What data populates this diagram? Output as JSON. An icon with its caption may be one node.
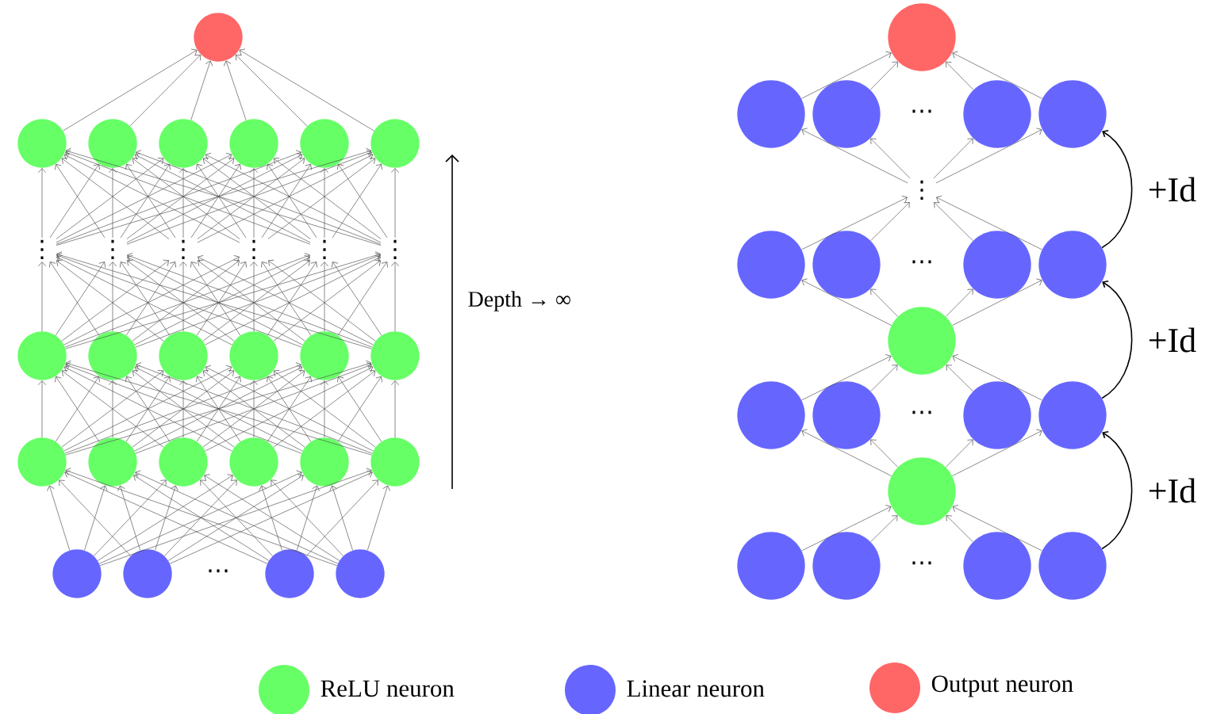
{
  "diagram": {
    "nodes": [
      {
        "text": [],
        "shape": "circle"
      },
      {
        "text": [],
        "shape": "circle"
      },
      {
        "text": [],
        "shape": "circle"
      },
      {
        "text": [],
        "shape": "circle"
      },
      {
        "text": [],
        "shape": "circle"
      },
      {
        "text": [],
        "shape": "circle"
      },
      {
        "text": [],
        "shape": "circle"
      },
      {
        "text": [
          "⋮"
        ]
      },
      {
        "text": [
          "⋮"
        ]
      },
      {
        "text": [
          "⋮"
        ]
      },
      {
        "text": [
          "⋮"
        ]
      },
      {
        "text": [
          "⋮"
        ]
      },
      {
        "text": [
          "⋮"
        ]
      },
      {
        "text": [],
        "shape": "circle"
      },
      {
        "text": [],
        "shape": "circle"
      },
      {
        "text": [],
        "shape": "circle"
      },
      {
        "text": [],
        "shape": "circle"
      },
      {
        "text": [],
        "shape": "circle"
      },
      {
        "text": [],
        "shape": "circle"
      },
      {
        "text": [],
        "shape": "circle"
      },
      {
        "text": [],
        "shape": "circle"
      },
      {
        "text": [],
        "shape": "circle"
      },
      {
        "text": [],
        "shape": "circle"
      },
      {
        "text": [],
        "shape": "circle"
      },
      {
        "text": [],
        "shape": "circle"
      },
      {
        "text": [],
        "shape": "circle"
      },
      {
        "text": [],
        "shape": "circle"
      },
      {
        "text": [],
        "shape": "circle"
      },
      {
        "text": [],
        "shape": "circle"
      },
      {
        "text": [],
        "shape": "circle"
      },
      {
        "text": [],
        "shape": "circle"
      },
      {
        "text": [],
        "shape": "circle"
      },
      {
        "text": [],
        "shape": "circle"
      },
      {
        "text": [],
        "shape": "circle"
      },
      {
        "text": [
          "⋮"
        ]
      },
      {
        "text": [],
        "shape": "circle"
      },
      {
        "text": [],
        "shape": "circle"
      },
      {
        "text": [],
        "shape": "circle"
      },
      {
        "text": [],
        "shape": "circle"
      },
      {
        "text": [],
        "shape": "circle"
      },
      {
        "text": [],
        "shape": "circle"
      },
      {
        "text": [],
        "shape": "circle"
      },
      {
        "text": [],
        "shape": "circle"
      },
      {
        "text": [],
        "shape": "circle"
      },
      {
        "text": [],
        "shape": "circle"
      },
      {
        "text": [],
        "shape": "circle"
      },
      {
        "text": [],
        "shape": "circle"
      },
      {
        "text": [],
        "shape": "circle"
      },
      {
        "text": [],
        "shape": "circle"
      }
    ],
    "edges": [
      {
        "from": 1,
        "to": 0,
        "arrow": "to"
      },
      {
        "from": 2,
        "to": 0,
        "arrow": "to"
      },
      {
        "from": 3,
        "to": 0,
        "arrow": "to"
      },
      {
        "from": 4,
        "to": 0,
        "arrow": "to"
      },
      {
        "from": 5,
        "to": 0,
        "arrow": "to"
      },
      {
        "from": 6,
        "to": 0,
        "arrow": "to"
      },
      {
        "from": 7,
        "to": 1,
        "arrow": "to"
      },
      {
        "from": 7,
        "to": 2,
        "arrow": "to"
      },
      {
        "from": 7,
        "to": 3,
        "arrow": "to"
      },
      {
        "from": 7,
        "to": 4,
        "arrow": "to"
      },
      {
        "from": 7,
        "to": 5,
        "arrow": "to"
      },
      {
        "from": 7,
        "to": 6,
        "arrow": "to"
      },
      {
        "from": 8,
        "to": 1,
        "arrow": "to"
      },
      {
        "from": 8,
        "to": 2,
        "arrow": "to"
      },
      {
        "from": 8,
        "to": 3,
        "arrow": "to"
      },
      {
        "from": 8,
        "to": 4,
        "arrow": "to"
      },
      {
        "from": 8,
        "to": 5,
        "arrow": "to"
      },
      {
        "from": 8,
        "to": 6,
        "arrow": "to"
      },
      {
        "from": 9,
        "to": 1,
        "arrow": "to"
      },
      {
        "from": 9,
        "to": 2,
        "arrow": "to"
      },
      {
        "from": 9,
        "to": 3,
        "arrow": "to"
      },
      {
        "from": 9,
        "to": 4,
        "arrow": "to"
      },
      {
        "from": 9,
        "to": 5,
        "arrow": "to"
      },
      {
        "from": 9,
        "to": 6,
        "arrow": "to"
      },
      {
        "from": 10,
        "to": 1,
        "arrow": "to"
      },
      {
        "from": 10,
        "to": 2,
        "arrow": "to"
      },
      {
        "from": 10,
        "to": 3,
        "arrow": "to"
      },
      {
        "from": 10,
        "to": 4,
        "arrow": "to"
      },
      {
        "from": 10,
        "to": 5,
        "arrow": "to"
      },
      {
        "from": 10,
        "to": 6,
        "arrow": "to"
      },
      {
        "from": 11,
        "to": 1,
        "arrow": "to"
      },
      {
        "from": 11,
        "to": 2,
        "arrow": "to"
      },
      {
        "from": 11,
        "to": 3,
        "arrow": "to"
      },
      {
        "from": 11,
        "to": 4,
        "arrow": "to"
      },
      {
        "from": 11,
        "to": 5,
        "arrow": "to"
      },
      {
        "from": 11,
        "to": 6,
        "arrow": "to"
      },
      {
        "from": 12,
        "to": 1,
        "arrow": "to"
      },
      {
        "from": 12,
        "to": 2,
        "arrow": "to"
      },
      {
        "from": 12,
        "to": 3,
        "arrow": "to"
      },
      {
        "from": 12,
        "to": 4,
        "arrow": "to"
      },
      {
        "from": 12,
        "to": 5,
        "arrow": "to"
      },
      {
        "from": 12,
        "to": 6,
        "arrow": "to"
      },
      {
        "from": 13,
        "to": 7,
        "arrow": "to"
      },
      {
        "from": 13,
        "to": 8,
        "arrow": "to"
      },
      {
        "from": 13,
        "to": 9,
        "arrow": "to"
      },
      {
        "from": 13,
        "to": 10,
        "arrow": "to"
      },
      {
        "from": 13,
        "to": 11,
        "arrow": "to"
      },
      {
        "from": 13,
        "to": 12,
        "arrow": "to"
      },
      {
        "from": 14,
        "to": 7,
        "arrow": "to"
      },
      {
        "from": 14,
        "to": 8,
        "arrow": "to"
      },
      {
        "from": 14,
        "to": 9,
        "arrow": "to"
      },
      {
        "from": 14,
        "to": 10,
        "arrow": "to"
      },
      {
        "from": 14,
        "to": 11,
        "arrow": "to"
      },
      {
        "from": 14,
        "to": 12,
        "arrow": "to"
      },
      {
        "from": 15,
        "to": 7,
        "arrow": "to"
      },
      {
        "from": 15,
        "to": 8,
        "arrow": "to"
      },
      {
        "from": 15,
        "to": 9,
        "arrow": "to"
      },
      {
        "from": 15,
        "to": 10,
        "arrow": "to"
      },
      {
        "from": 15,
        "to": 11,
        "arrow": "to"
      },
      {
        "from": 15,
        "to": 12,
        "arrow": "to"
      },
      {
        "from": 16,
        "to": 7,
        "arrow": "to"
      },
      {
        "from": 16,
        "to": 8,
        "arrow": "to"
      },
      {
        "from": 16,
        "to": 9,
        "arrow": "to"
      },
      {
        "from": 16,
        "to": 10,
        "arrow": "to"
      },
      {
        "from": 16,
        "to": 11,
        "arrow": "to"
      },
      {
        "from": 16,
        "to": 12,
        "arrow": "to"
      },
      {
        "from": 17,
        "to": 7,
        "arrow": "to"
      },
      {
        "from": 17,
        "to": 8,
        "arrow": "to"
      },
      {
        "from": 17,
        "to": 9,
        "arrow": "to"
      },
      {
        "from": 17,
        "to": 10,
        "arrow": "to"
      },
      {
        "from": 17,
        "to": 11,
        "arrow": "to"
      },
      {
        "from": 17,
        "to": 12,
        "arrow": "to"
      },
      {
        "from": 18,
        "to": 7,
        "arrow": "to"
      },
      {
        "from": 18,
        "to": 8,
        "arrow": "to"
      },
      {
        "from": 18,
        "to": 9,
        "arrow": "to"
      },
      {
        "from": 18,
        "to": 10,
        "arrow": "to"
      },
      {
        "from": 18,
        "to": 11,
        "arrow": "to"
      },
      {
        "from": 18,
        "to": 12,
        "arrow": "to"
      },
      {
        "from": 19,
        "to": 13,
        "arrow": "to"
      },
      {
        "from": 19,
        "to": 14,
        "arrow": "to"
      },
      {
        "from": 19,
        "to": 15,
        "arrow": "to"
      },
      {
        "from": 19,
        "to": 16,
        "arrow": "to"
      },
      {
        "from": 19,
        "to": 17,
        "arrow": "to"
      },
      {
        "from": 19,
        "to": 18,
        "arrow": "to"
      },
      {
        "from": 20,
        "to": 13,
        "arrow": "to"
      },
      {
        "from": 20,
        "to": 14,
        "arrow": "to"
      },
      {
        "from": 20,
        "to": 15,
        "arrow": "to"
      },
      {
        "from": 20,
        "to": 16,
        "arrow": "to"
      },
      {
        "from": 20,
        "to": 17,
        "arrow": "to"
      },
      {
        "from": 20,
        "to": 18,
        "arrow": "to"
      },
      {
        "from": 21,
        "to": 13,
        "arrow": "to"
      },
      {
        "from": 21,
        "to": 14,
        "arrow": "to"
      },
      {
        "from": 21,
        "to": 15,
        "arrow": "to"
      },
      {
        "from": 21,
        "to": 16,
        "arrow": "to"
      },
      {
        "from": 21,
        "to": 17,
        "arrow": "to"
      },
      {
        "from": 21,
        "to": 18,
        "arrow": "to"
      },
      {
        "from": 22,
        "to": 13,
        "arrow": "to"
      },
      {
        "from": 22,
        "to": 14,
        "arrow": "to"
      },
      {
        "from": 22,
        "to": 15,
        "arrow": "to"
      },
      {
        "from": 22,
        "to": 16,
        "arrow": "to"
      },
      {
        "from": 22,
        "to": 17,
        "arrow": "to"
      },
      {
        "from": 22,
        "to": 18,
        "arrow": "to"
      },
      {
        "from": 23,
        "to": 13,
        "arrow": "to"
      },
      {
        "from": 23,
        "to": 14,
        "arrow": "to"
      },
      {
        "from": 23,
        "to": 15,
        "arrow": "to"
      },
      {
        "from": 23,
        "to": 16,
        "arrow": "to"
      },
      {
        "from": 23,
        "to": 17,
        "arrow": "to"
      },
      {
        "from": 23,
        "to": 18,
        "arrow": "to"
      },
      {
        "from": 24,
        "to": 13,
        "arrow": "to"
      },
      {
        "from": 24,
        "to": 14,
        "arrow": "to"
      },
      {
        "from": 24,
        "to": 15,
        "arrow": "to"
      },
      {
        "from": 24,
        "to": 16,
        "arrow": "to"
      },
      {
        "from": 24,
        "to": 17,
        "arrow": "to"
      },
      {
        "from": 24,
        "to": 18,
        "arrow": "to"
      },
      {
        "from": 25,
        "to": 19,
        "arrow": "to"
      },
      {
        "from": 25,
        "to": 20,
        "arrow": "to"
      },
      {
        "from": 25,
        "to": 21,
        "arrow": "to"
      },
      {
        "from": 25,
        "to": 22,
        "arrow": "to"
      },
      {
        "from": 25,
        "to": 23,
        "arrow": "to"
      },
      {
        "from": 25,
        "to": 24,
        "arrow": "to"
      },
      {
        "from": 26,
        "to": 19,
        "arrow": "to"
      },
      {
        "from": 26,
        "to": 20,
        "arrow": "to"
      },
      {
        "from": 26,
        "to": 21,
        "arrow": "to"
      },
      {
        "from": 26,
        "to": 22,
        "arrow": "to"
      },
      {
        "from": 26,
        "to": 23,
        "arrow": "to"
      },
      {
        "from": 26,
        "to": 24,
        "arrow": "to"
      },
      {
        "from": 27,
        "to": 19,
        "arrow": "to"
      },
      {
        "from": 27,
        "to": 20,
        "arrow": "to"
      },
      {
        "from": 27,
        "to": 21,
        "arrow": "to"
      },
      {
        "from": 27,
        "to": 22,
        "arrow": "to"
      },
      {
        "from": 27,
        "to": 23,
        "arrow": "to"
      },
      {
        "from": 27,
        "to": 24,
        "arrow": "to"
      },
      {
        "from": 28,
        "to": 19,
        "arrow": "to"
      },
      {
        "from": 28,
        "to": 20,
        "arrow": "to"
      },
      {
        "from": 28,
        "to": 21,
        "arrow": "to"
      },
      {
        "from": 28,
        "to": 22,
        "arrow": "to"
      },
      {
        "from": 28,
        "to": 23,
        "arrow": "to"
      },
      {
        "from": 28,
        "to": 24,
        "arrow": "to"
      },
      {
        "from": 30,
        "to": 29,
        "arrow": "to"
      },
      {
        "from": 31,
        "to": 29,
        "arrow": "to"
      },
      {
        "from": 32,
        "to": 29,
        "arrow": "to"
      },
      {
        "from": 33,
        "to": 29,
        "arrow": "to"
      },
      {
        "from": 34,
        "to": 30,
        "arrow": "to"
      },
      {
        "from": 34,
        "to": 31,
        "arrow": "to"
      },
      {
        "from": 34,
        "to": 32,
        "arrow": "to"
      },
      {
        "from": 34,
        "to": 33,
        "arrow": "to"
      },
      {
        "from": 35,
        "to": 34,
        "arrow": "to"
      },
      {
        "from": 36,
        "to": 34,
        "arrow": "to"
      },
      {
        "from": 37,
        "to": 34,
        "arrow": "to"
      },
      {
        "from": 38,
        "to": 34,
        "arrow": "to"
      },
      {
        "from": 39,
        "to": 35,
        "arrow": "to"
      },
      {
        "from": 39,
        "to": 36,
        "arrow": "to"
      },
      {
        "from": 39,
        "to": 37,
        "arrow": "to"
      },
      {
        "from": 39,
        "to": 38,
        "arrow": "to"
      },
      {
        "from": 40,
        "to": 39,
        "arrow": "to"
      },
      {
        "from": 41,
        "to": 39,
        "arrow": "to"
      },
      {
        "from": 42,
        "to": 39,
        "arrow": "to"
      },
      {
        "from": 43,
        "to": 39,
        "arrow": "to"
      },
      {
        "from": 44,
        "to": 40,
        "arrow": "to"
      },
      {
        "from": 44,
        "to": 41,
        "arrow": "to"
      },
      {
        "from": 44,
        "to": 42,
        "arrow": "to"
      },
      {
        "from": 44,
        "to": 43,
        "arrow": "to"
      },
      {
        "from": 45,
        "to": 44,
        "arrow": "to"
      },
      {
        "from": 46,
        "to": 44,
        "arrow": "to"
      },
      {
        "from": 47,
        "to": 44,
        "arrow": "to"
      },
      {
        "from": 48,
        "to": 44,
        "arrow": "to"
      },
      {
        "from": 38,
        "to": 33,
        "arrow": "to",
        "label": "+Id",
        "color": "#000000"
      },
      {
        "from": 43,
        "to": 38,
        "arrow": "to",
        "label": "+Id",
        "color": "#000000"
      },
      {
        "from": 48,
        "to": 43,
        "arrow": "to",
        "label": "+Id",
        "color": "#000000"
      }
    ],
    "labels": [
      "⋯",
      "⋯",
      "Depth → ∞",
      "⋯",
      "⋯",
      "⋯"
    ],
    "legend": [
      {
        "text": "ReLU neuron",
        "color": "#66ff66"
      },
      {
        "text": "Linear neuron",
        "color": "#6666ff"
      },
      {
        "text": "Output neuron",
        "color": "#ff6666"
      }
    ]
  }
}
